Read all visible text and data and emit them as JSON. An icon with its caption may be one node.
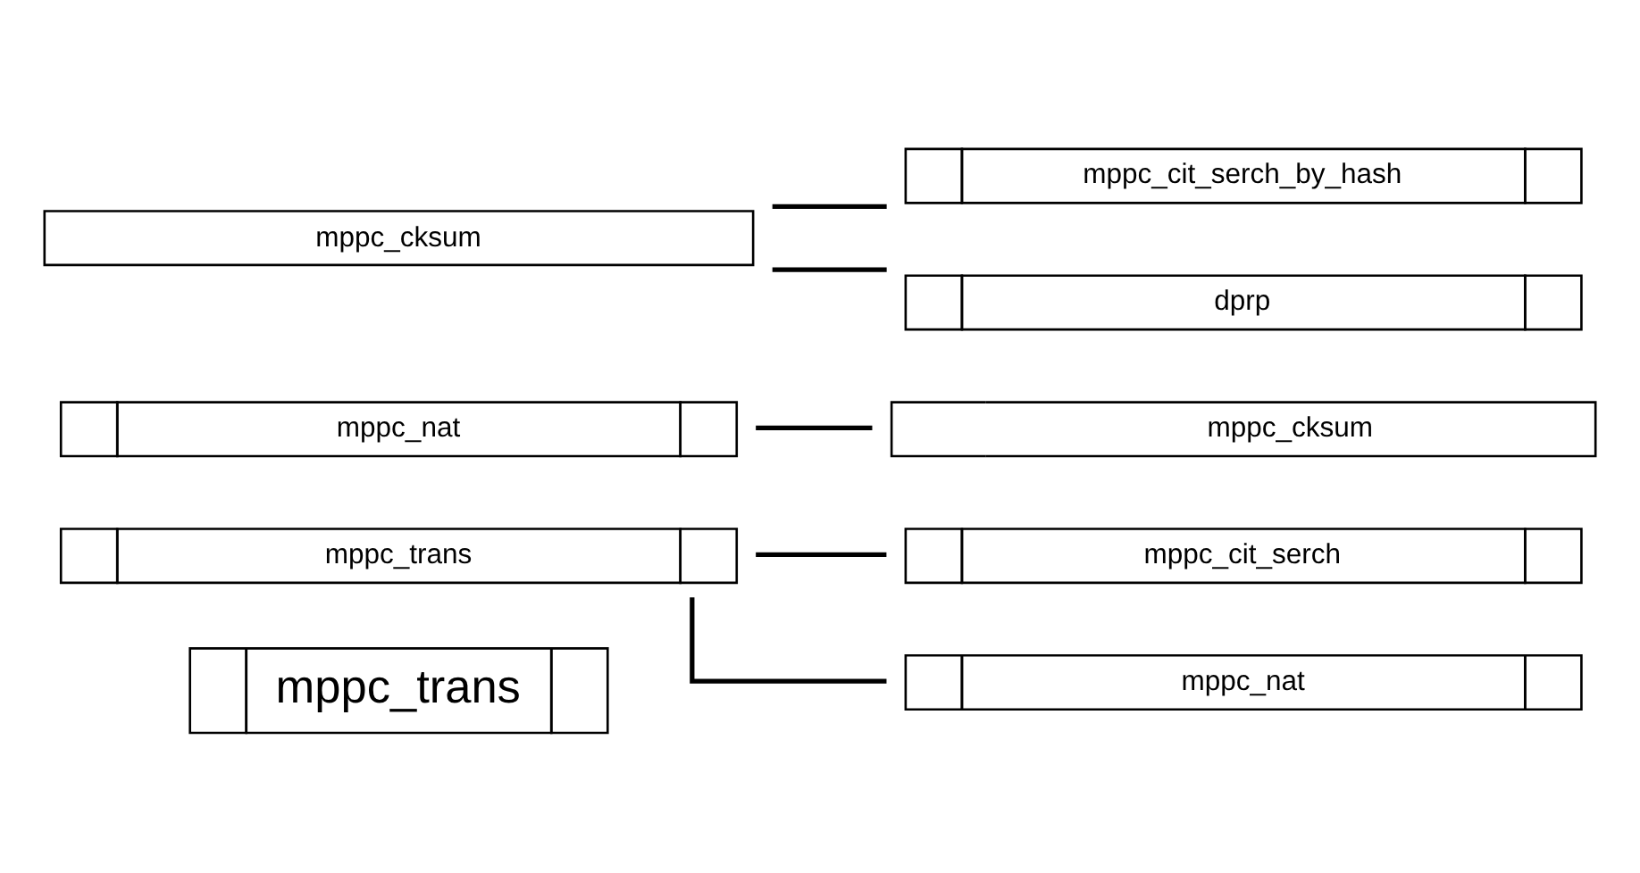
{
  "diagram": {
    "nodes": [
      {
        "text": [
          "mppc_trans"
        ]
      },
      {
        "text": [
          "mppc_trans"
        ]
      },
      {
        "text": [
          "mppc_cit_serch"
        ]
      },
      {
        "text": [
          "mppc_nat"
        ]
      },
      {
        "text": [
          "mppc_nat"
        ]
      },
      {
        "text": [
          "mppc_cksum"
        ]
      },
      {
        "text": [
          "mppc_cksum"
        ]
      },
      {
        "text": [
          "mppc_cit_serch_by_hash"
        ]
      },
      {
        "text": [
          "dprp"
        ]
      }
    ],
    "edges": [
      {
        "from": 1,
        "to": 2,
        "arrow": "none"
      },
      {
        "from": 1,
        "to": 3,
        "arrow": "none"
      },
      {
        "from": 4,
        "to": 5,
        "arrow": "none"
      },
      {
        "from": 6,
        "to": 7,
        "arrow": "none"
      },
      {
        "from": 6,
        "to": 8,
        "arrow": "none"
      }
    ]
  }
}
